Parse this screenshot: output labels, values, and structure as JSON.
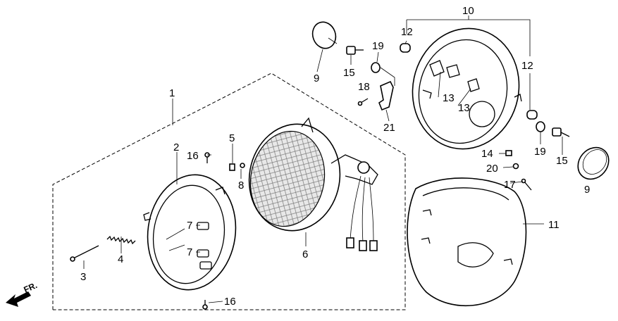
{
  "direction_label": "FR.",
  "callouts": [
    {
      "id": "c1",
      "text": "1"
    },
    {
      "id": "c2",
      "text": "2"
    },
    {
      "id": "c3",
      "text": "3"
    },
    {
      "id": "c4",
      "text": "4"
    },
    {
      "id": "c5",
      "text": "5"
    },
    {
      "id": "c6",
      "text": "6"
    },
    {
      "id": "c7a",
      "text": "7"
    },
    {
      "id": "c7b",
      "text": "7"
    },
    {
      "id": "c8",
      "text": "8"
    },
    {
      "id": "c9a",
      "text": "9"
    },
    {
      "id": "c9b",
      "text": "9"
    },
    {
      "id": "c10",
      "text": "10"
    },
    {
      "id": "c11",
      "text": "11"
    },
    {
      "id": "c12a",
      "text": "12"
    },
    {
      "id": "c12b",
      "text": "12"
    },
    {
      "id": "c13a",
      "text": "13"
    },
    {
      "id": "c13b",
      "text": "13"
    },
    {
      "id": "c14",
      "text": "14"
    },
    {
      "id": "c15a",
      "text": "15"
    },
    {
      "id": "c15b",
      "text": "15"
    },
    {
      "id": "c16a",
      "text": "16"
    },
    {
      "id": "c16b",
      "text": "16"
    },
    {
      "id": "c17",
      "text": "17"
    },
    {
      "id": "c18",
      "text": "18"
    },
    {
      "id": "c19a",
      "text": "19"
    },
    {
      "id": "c19b",
      "text": "19"
    },
    {
      "id": "c20",
      "text": "20"
    },
    {
      "id": "c21",
      "text": "21"
    }
  ]
}
